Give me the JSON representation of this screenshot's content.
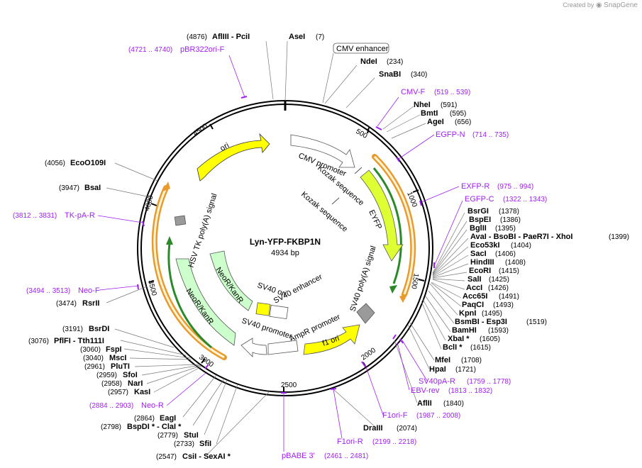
{
  "credit": {
    "prefix": "Created by",
    "brand": "SnapGene"
  },
  "plasmid": {
    "name": "Lyn-YFP-FKBP1N",
    "size": "4934 bp"
  },
  "ticks": [
    "500",
    "1000",
    "1500",
    "2000",
    "2500",
    "3000",
    "3500",
    "4000",
    "4500"
  ],
  "features": {
    "cmv_promoter": "CMV promoter",
    "kozak1": "Kozak sequence",
    "kozak2": "Kozak sequence",
    "eyfp": "EYFP",
    "sv40_polya": "SV40 poly(A) signal",
    "f1_ori": "f1 ori",
    "ampr_promoter": "AmpR promoter",
    "sv40_promoter": "SV40 promoter",
    "sv40_enhancer": "SV40 enhancer",
    "sv40_ori": "SV40 ori",
    "neor_inner": "NeoR/KanR",
    "neor_outer": "NeoR/KanR",
    "hsv_tk": "HSV TK poly(A) signal",
    "ori": "ori",
    "cmv_enhancer": "CMV enhancer"
  },
  "sites": {
    "afliii_pcii": {
      "pos": "(4876)",
      "name": "AflIII  - PciI"
    },
    "asei": {
      "pos": "(7)",
      "name": "AseI"
    },
    "ndei": {
      "pos": "(234)",
      "name": "NdeI"
    },
    "snabi": {
      "pos": "(340)",
      "name": "SnaBI"
    },
    "nhei": {
      "pos": "(591)",
      "name": "NheI"
    },
    "bmti": {
      "pos": "(595)",
      "name": "BmtI"
    },
    "agei": {
      "pos": "(656)",
      "name": "AgeI"
    },
    "bsrgi": {
      "pos": "(1378)",
      "name": "BsrGI"
    },
    "bspei": {
      "pos": "(1386)",
      "name": "BspEI"
    },
    "bglii": {
      "pos": "(1395)",
      "name": "BglII"
    },
    "avai": {
      "pos": "(1399)",
      "name": "AvaI  - BsoBI  - PaeR7I  - XhoI"
    },
    "eco53ki": {
      "pos": "(1404)",
      "name": "Eco53kI"
    },
    "saci": {
      "pos": "(1406)",
      "name": "SacI"
    },
    "hindiii": {
      "pos": "(1408)",
      "name": "HindIII"
    },
    "ecori": {
      "pos": "(1415)",
      "name": "EcoRI"
    },
    "sali": {
      "pos": "(1425)",
      "name": "SalI"
    },
    "acci": {
      "pos": "(1426)",
      "name": "AccI"
    },
    "acc65i": {
      "pos": "(1491)",
      "name": "Acc65I"
    },
    "paqci": {
      "pos": "(1493)",
      "name": "PaqCI"
    },
    "kpni": {
      "pos": "(1495)",
      "name": "KpnI"
    },
    "bsmbi": {
      "pos": "(1519)",
      "name": "BsmBI  - Esp3I"
    },
    "bamhi": {
      "pos": "(1593)",
      "name": "BamHI"
    },
    "xbai": {
      "pos": "(1605)",
      "name": "XbaI *"
    },
    "bcli": {
      "pos": "(1615)",
      "name": "BclI *"
    },
    "mfei": {
      "pos": "(1708)",
      "name": "MfeI"
    },
    "hpai": {
      "pos": "(1721)",
      "name": "HpaI"
    },
    "aflii": {
      "pos": "(1840)",
      "name": "AflII"
    },
    "draiii": {
      "pos": "(2074)",
      "name": "DraIII"
    },
    "csii": {
      "pos": "(2547)",
      "name": "CsiI  - SexAI *"
    },
    "sfii": {
      "pos": "(2733)",
      "name": "SfiI"
    },
    "stui": {
      "pos": "(2779)",
      "name": "StuI"
    },
    "bspdi": {
      "pos": "(2798)",
      "name": "BspDI *  - ClaI *"
    },
    "eagi": {
      "pos": "(2864)",
      "name": "EagI"
    },
    "kasi": {
      "pos": "(2957)",
      "name": "KasI"
    },
    "nari": {
      "pos": "(2958)",
      "name": "NarI"
    },
    "sfoi": {
      "pos": "(2959)",
      "name": "SfoI"
    },
    "plutI": {
      "pos": "(2961)",
      "name": "PluTI"
    },
    "msci": {
      "pos": "(3040)",
      "name": "MscI"
    },
    "fspi": {
      "pos": "(3060)",
      "name": "FspI"
    },
    "pflfi": {
      "pos": "(3076)",
      "name": "PflFI  - Tth111I"
    },
    "bsrdi": {
      "pos": "(3191)",
      "name": "BsrDI"
    },
    "rsrii": {
      "pos": "(3474)",
      "name": "RsrII"
    },
    "bsai": {
      "pos": "(3947)",
      "name": "BsaI"
    },
    "eco0109i": {
      "pos": "(4056)",
      "name": "EcoO109I"
    }
  },
  "primers": {
    "pbr322": {
      "pos": "(4721 .. 4740)",
      "name": "pBR322ori-F"
    },
    "cmvf": {
      "pos": "(519 .. 539)",
      "name": "CMV-F"
    },
    "egfpn": {
      "pos": "(714 .. 735)",
      "name": "EGFP-N"
    },
    "exfpr": {
      "pos": "(975 .. 994)",
      "name": "EXFP-R"
    },
    "egfpc": {
      "pos": "(1322 .. 1343)",
      "name": "EGFP-C"
    },
    "sv40par": {
      "pos": "(1759 .. 1778)",
      "name": "SV40pA-R"
    },
    "ebvrev": {
      "pos": "(1813 .. 1832)",
      "name": "EBV-rev"
    },
    "f1orif": {
      "pos": "(1987 .. 2008)",
      "name": "F1ori-F"
    },
    "f1orir": {
      "pos": "(2199 .. 2218)",
      "name": "F1ori-R"
    },
    "pbabe": {
      "pos": "",
      "name": "pBABE 3'"
    },
    "pbabe_pos": {
      "pos": "(2461 .. 2481)"
    },
    "neor": {
      "pos": "(2884 .. 2903)",
      "name": "Neo-R"
    },
    "neof": {
      "pos": "(3494 .. 3513)",
      "name": "Neo-F"
    },
    "tkpar": {
      "pos": "(3812 .. 3831)",
      "name": "TK-pA-R"
    }
  },
  "colors": {
    "yellow": "#ffff00",
    "yellow_green": "#ddff33",
    "neo": "#ccffcc",
    "orange": "#e89a2c",
    "green": "#2a8a2a",
    "primer": "#a020f0",
    "gray": "#9a9a9a"
  }
}
